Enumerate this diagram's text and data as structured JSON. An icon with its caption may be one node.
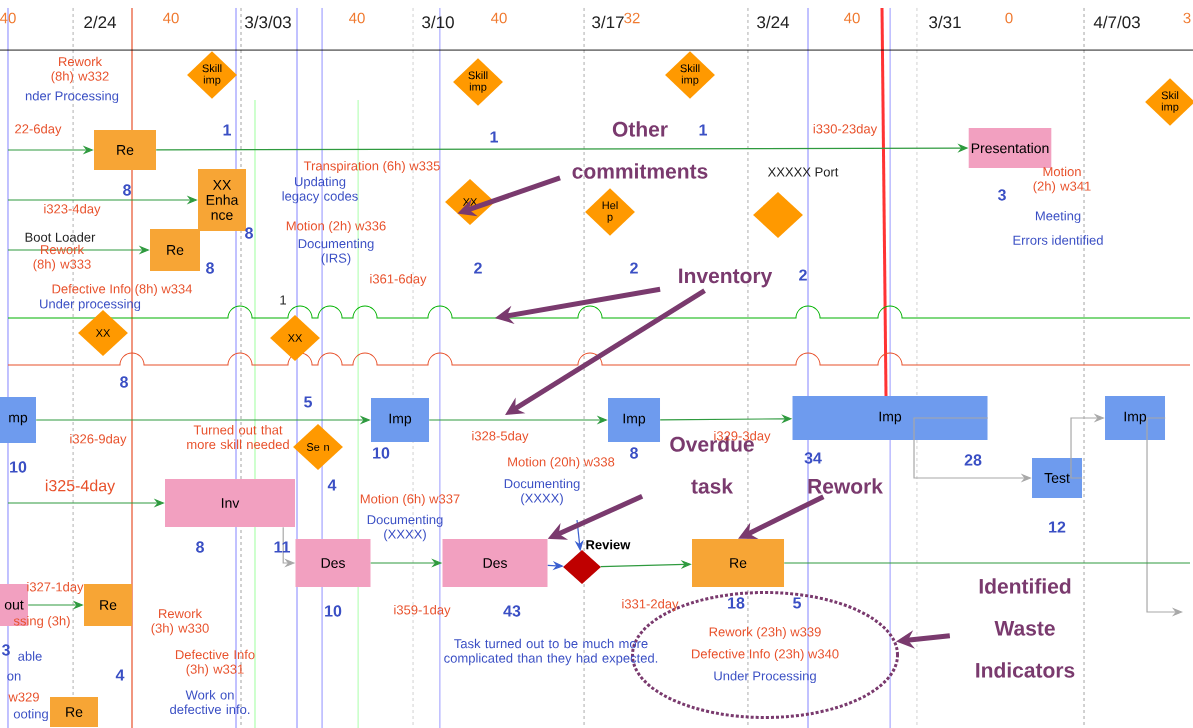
{
  "diagram": {
    "nodes": [
      {
        "text": [
          "Re"
        ]
      },
      {
        "text": [
          "Skill imp"
        ]
      },
      {
        "text": [
          "Skill imp"
        ]
      },
      {
        "text": [
          "Skill imp"
        ]
      },
      {
        "text": [
          "Skil imp"
        ]
      },
      {
        "text": [
          "XX Enha nce"
        ]
      },
      {
        "text": [
          "XX"
        ]
      },
      {
        "text": [
          "Hel p"
        ]
      },
      {
        "text": [],
        "shape": "diamond"
      },
      {
        "text": [
          "Presentation"
        ]
      },
      {
        "text": [
          "Re"
        ]
      },
      {
        "text": [
          "XX"
        ]
      },
      {
        "text": [
          "XX"
        ]
      },
      {
        "text": [
          "Se n"
        ]
      },
      {
        "text": [
          "mp"
        ]
      },
      {
        "text": [
          "Imp"
        ]
      },
      {
        "text": [
          "Imp"
        ]
      },
      {
        "text": [
          "Imp"
        ]
      },
      {
        "text": [
          "Test"
        ]
      },
      {
        "text": [
          "Imp"
        ]
      },
      {
        "text": [
          "Inv"
        ]
      },
      {
        "text": [
          "Des"
        ]
      },
      {
        "text": [
          "Des"
        ]
      },
      {
        "text": [
          "Review"
        ]
      },
      {
        "text": [
          "Re"
        ]
      },
      {
        "text": [
          "out"
        ]
      },
      {
        "text": [
          "Re"
        ]
      },
      {
        "text": [
          "Re"
        ]
      },
      {
        "text": [
          "Rework (23h) w339",
          "Defective Info (23h) w340",
          "Under Processing"
        ]
      },
      {
        "text": [
          "Other commitments"
        ]
      },
      {
        "text": [
          "Inventory"
        ]
      },
      {
        "text": [
          "Overdue task"
        ]
      },
      {
        "text": [
          "Rework"
        ]
      },
      {
        "text": [
          "Identified Waste Indicators"
        ]
      }
    ],
    "edges": [
      {
        "from": null,
        "to": 0,
        "arrow": "to"
      },
      {
        "from": 0,
        "to": 9,
        "arrow": "to"
      },
      {
        "from": null,
        "to": 5,
        "arrow": "to"
      },
      {
        "from": null,
        "to": 10,
        "arrow": "to"
      },
      {
        "from": 14,
        "to": 15,
        "arrow": "to"
      },
      {
        "from": 15,
        "to": 16,
        "arrow": "to"
      },
      {
        "from": 16,
        "to": 17,
        "arrow": "to"
      },
      {
        "from": 17,
        "to": 18,
        "arrow": "to",
        "color": "#a8a8a8"
      },
      {
        "from": 18,
        "to": 19,
        "arrow": "to",
        "color": "#a8a8a8"
      },
      {
        "from": 19,
        "to": null,
        "arrow": "to",
        "color": "#a8a8a8"
      },
      {
        "from": null,
        "to": 20,
        "arrow": "to"
      },
      {
        "from": 20,
        "to": 21,
        "arrow": "to",
        "color": "#a8a8a8"
      },
      {
        "from": 21,
        "to": 22,
        "arrow": "to"
      },
      {
        "from": 22,
        "to": 23,
        "arrow": "to",
        "color": "#3a5fd0"
      },
      {
        "from": null,
        "to": 23,
        "arrow": "to",
        "color": "#3a5fd0"
      },
      {
        "from": 23,
        "to": 24,
        "arrow": "to"
      },
      {
        "from": 24,
        "to": null,
        "arrow": "none"
      },
      {
        "from": 25,
        "to": 26,
        "arrow": "to"
      },
      {
        "from": 29,
        "to": 6,
        "arrow": "to",
        "style": "thick",
        "color": "#7a3a6e"
      },
      {
        "from": 30,
        "to": null,
        "arrow": "to",
        "style": "thick",
        "color": "#7a3a6e"
      },
      {
        "from": 30,
        "to": null,
        "arrow": "to",
        "style": "thick",
        "color": "#7a3a6e"
      },
      {
        "from": 31,
        "to": 22,
        "arrow": "to",
        "style": "thick",
        "color": "#7a3a6e"
      },
      {
        "from": 32,
        "to": 24,
        "arrow": "to",
        "style": "thick",
        "color": "#7a3a6e"
      },
      {
        "from": 33,
        "to": 28,
        "arrow": "to",
        "style": "thick",
        "color": "#7a3a6e"
      }
    ],
    "labels": [
      "40",
      "2/24",
      "40",
      "3/3/03",
      "40",
      "3/10",
      "40",
      "3/17",
      "32",
      "3/24",
      "40",
      "3/31",
      "0",
      "4/7/03",
      "3",
      "Rework (8h) w332",
      "nder Processing",
      "22-6day",
      "1",
      "1",
      "1",
      "i330-23day",
      "8",
      "Transpiration (6h) w335",
      "Updating legacy codes",
      "XXXXX Port",
      "3",
      "Motion (2h) w341",
      "i323-4day",
      "8",
      "Motion (2h) w336",
      "Boot Loader",
      "Documenting (IRS)",
      "Meeting",
      "Errors identified",
      "Rework (8h) w333",
      "8",
      "2",
      "2",
      "2",
      "i361-6day",
      "Defective Info (8h) w334",
      "Under processing",
      "1",
      "8",
      "5",
      "i326-9day",
      "Turned out that more skill needed",
      "i328-5day",
      "i329-3day",
      "10",
      "10",
      "Motion (20h) w338",
      "8",
      "34",
      "28",
      "i325-4day",
      "4",
      "Documenting (XXXX)",
      "Motion (6h) w337",
      "Documenting (XXXX)",
      "12",
      "8",
      "11",
      "i327-1day",
      "i331-2day",
      "18",
      "ssing (3h)",
      "Rework (3h) w330",
      "10",
      "i359-1day",
      "43",
      "5",
      "3",
      "able",
      "Defective Info (3h) w331",
      "Task turned out to be much more complicated than they had expected.",
      "on",
      "4",
      "w329",
      "Work on defective info.",
      "ooting"
    ]
  }
}
